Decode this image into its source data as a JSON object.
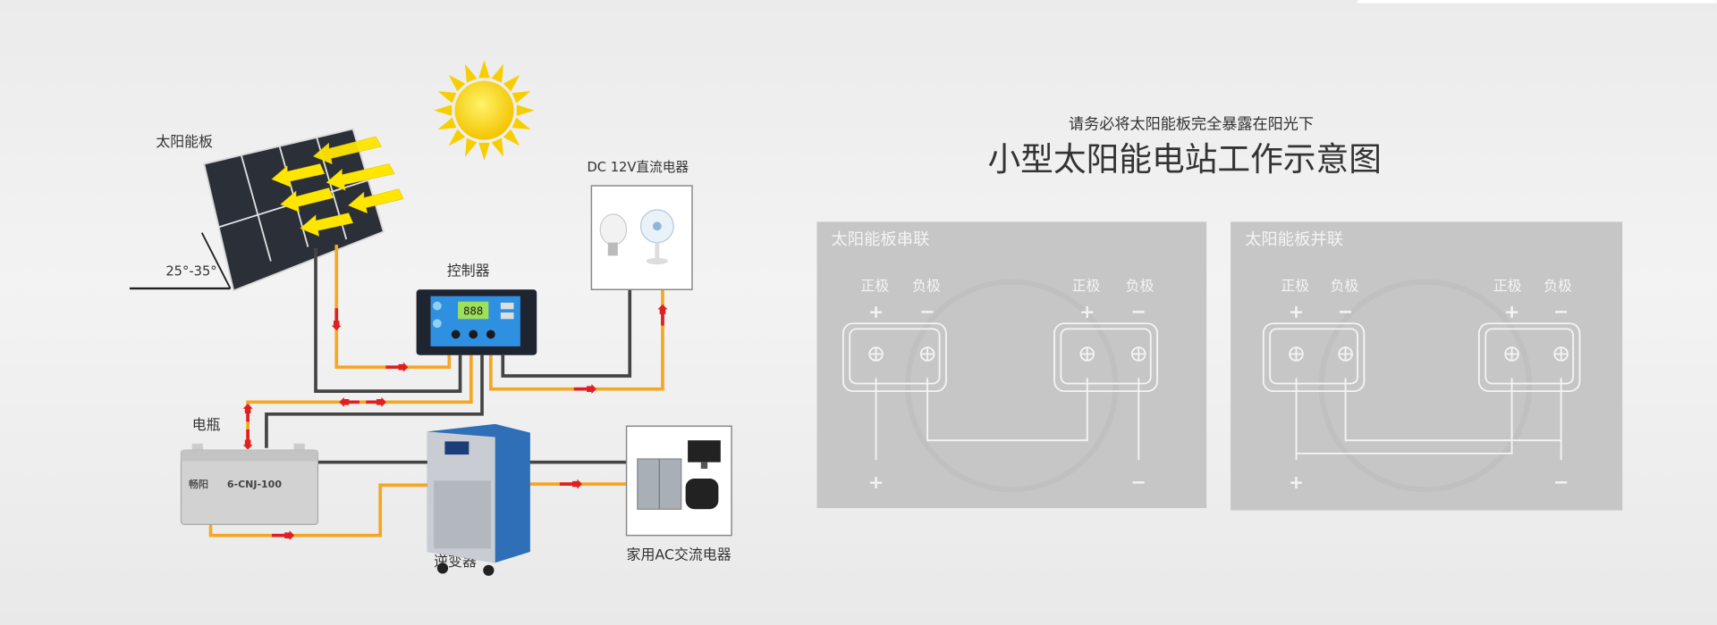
{
  "header": {
    "subtitle": "请务必将太阳能板完全暴露在阳光下",
    "title": "小型太阳能电站工作示意图"
  },
  "system_diagram": {
    "solar_panel_label": "太阳能板",
    "tilt_angle_label": "25°-35°",
    "controller_label": "控制器",
    "controller_display": "888",
    "dc_load_label": "DC 12V直流电器",
    "battery_label": "电瓶",
    "battery_brand": "畅阳",
    "battery_model": "6-CNJ-100",
    "inverter_label": "逆变器",
    "ac_load_label": "家用AC交流电器"
  },
  "series_panel": {
    "title": "太阳能板串联",
    "positive": "正极",
    "negative": "负极",
    "plus": "+",
    "minus": "−"
  },
  "parallel_panel": {
    "title": "太阳能板并联",
    "positive": "正极",
    "negative": "负极",
    "plus": "+",
    "minus": "−"
  },
  "colors": {
    "wire_positive": "#f5a623",
    "wire_negative": "#444444",
    "arrow": "#e02020",
    "panel_fill": "#c6c6c6"
  }
}
